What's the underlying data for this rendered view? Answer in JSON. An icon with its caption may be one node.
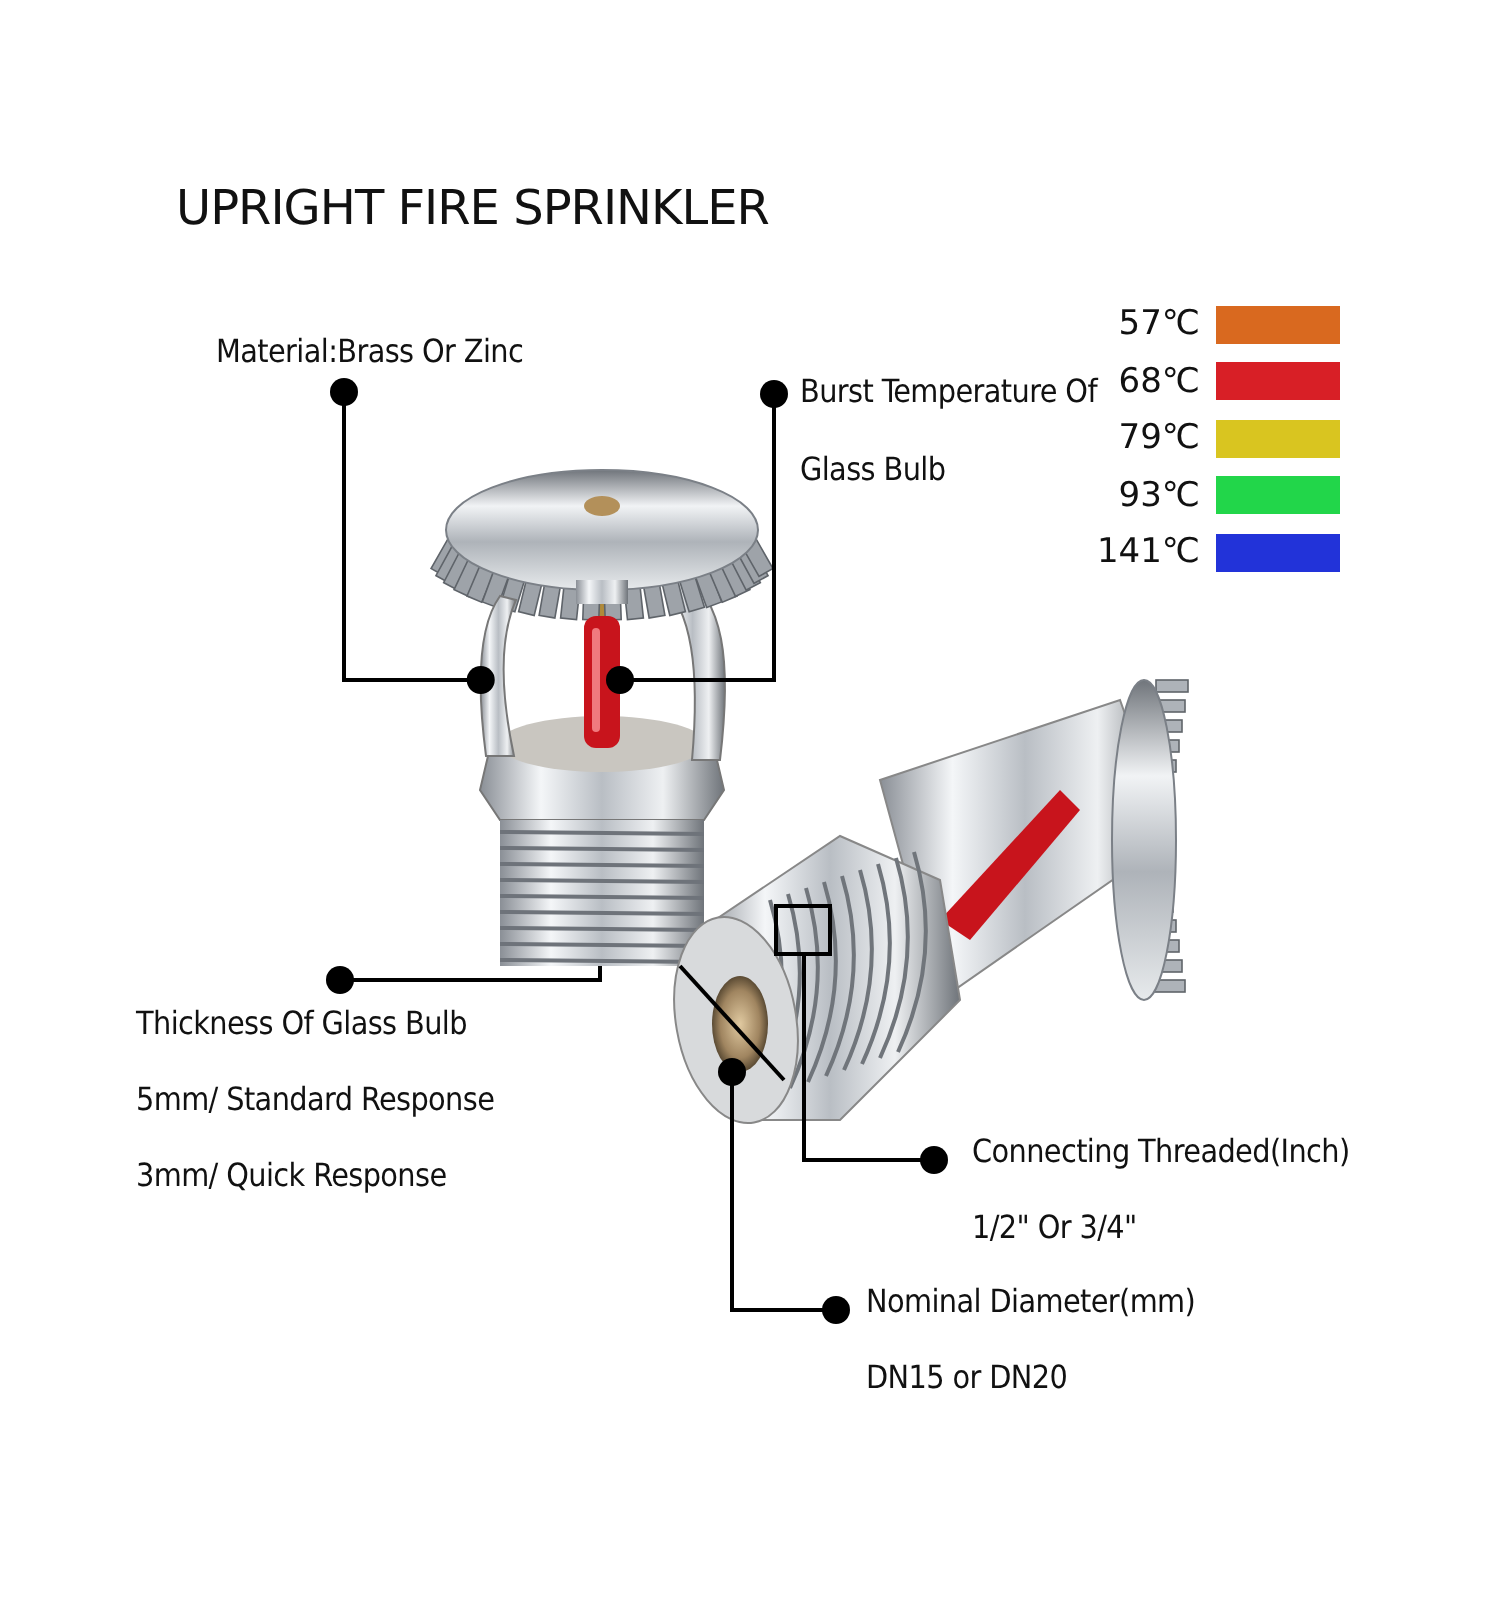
{
  "diagram": {
    "title": "UPRIGHT FIRE SPRINKLER",
    "nodes": [
      {
        "text": [
          "Material:Brass Or Zinc"
        ]
      },
      {
        "text": [
          "Burst Temperature Of Glass Bulb"
        ]
      },
      {
        "text": [
          "Thickness Of Glass Bulb",
          "5mm/ Standard Response",
          "3mm/ Quick Response"
        ]
      },
      {
        "text": [
          "Connecting Threaded(Inch)",
          "1/2\" Or 3/4\""
        ]
      },
      {
        "text": [
          "Nominal Diameter(mm)",
          "DN15 or DN20"
        ]
      },
      {
        "text": [],
        "shape": "picture"
      },
      {
        "text": [],
        "shape": "picture"
      },
      {
        "text": [],
        "shape": "picture"
      },
      {
        "text": [],
        "shape": "box"
      },
      {
        "text": [],
        "shape": "picture"
      }
    ],
    "edges": [
      {
        "from": 0,
        "to": 5,
        "arrow": "other"
      },
      {
        "from": 1,
        "to": 6,
        "arrow": "other"
      },
      {
        "from": 2,
        "to": 7,
        "arrow": "other"
      },
      {
        "from": 3,
        "to": 8,
        "arrow": "other"
      },
      {
        "from": 4,
        "to": 9,
        "arrow": "other"
      }
    ],
    "legend": [
      {
        "text": "57℃",
        "color": "#d9691f"
      },
      {
        "text": "68℃",
        "color": "#d81f26"
      },
      {
        "text": "79℃",
        "color": "#d9c520"
      },
      {
        "text": "93℃",
        "color": "#22d64a"
      },
      {
        "text": "141℃",
        "color": "#2233d9"
      }
    ]
  }
}
